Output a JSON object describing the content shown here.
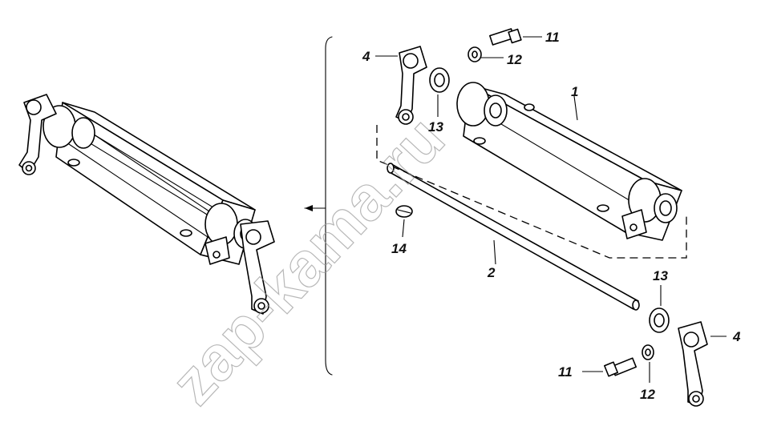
{
  "watermark": "zap-kama.ru",
  "labels": {
    "l1": "1",
    "l2": "2",
    "l4a": "4",
    "l4b": "4",
    "l11a": "11",
    "l11b": "11",
    "l12a": "12",
    "l12b": "12",
    "l13a": "13",
    "l13b": "13",
    "l14": "14"
  }
}
